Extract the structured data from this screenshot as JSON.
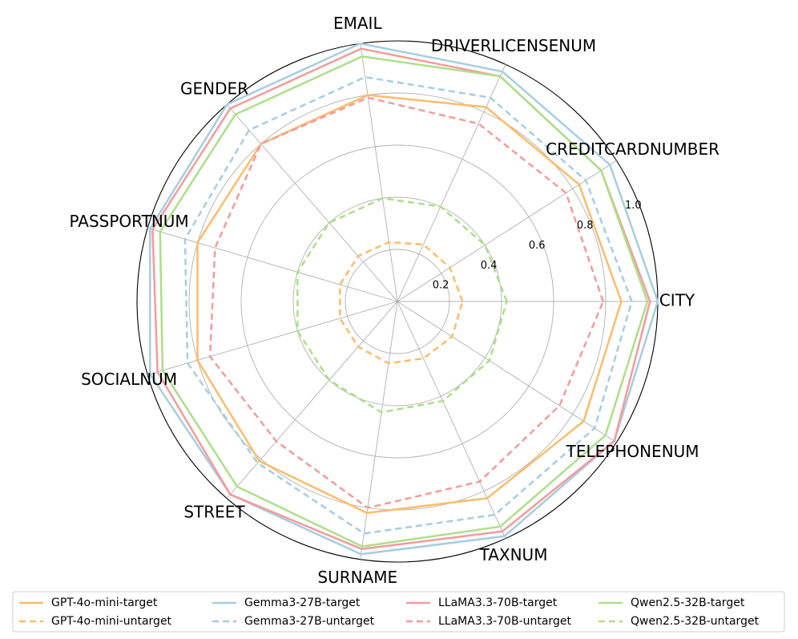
{
  "chart_data": {
    "type": "radar",
    "axes": [
      "CITY",
      "CREDITCARDNUMBER",
      "DRIVERLICENSENUM",
      "EMAIL",
      "GENDER",
      "PASSPORTNUM",
      "SOCIALNUM",
      "STREET",
      "SURNAME",
      "TAXNUM",
      "TELEPHONENUM"
    ],
    "rlim": [
      0,
      1.0
    ],
    "rticks": [
      "0.2",
      "0.4",
      "0.6",
      "0.8",
      "1.0"
    ],
    "rtick_values": [
      0.2,
      0.4,
      0.6,
      0.8,
      1.0
    ],
    "grid": true,
    "legend_position": "bottom",
    "series": [
      {
        "name": "GPT-4o-mini-target",
        "color": "#fbbc6b",
        "dashed": false,
        "values": [
          0.86,
          0.83,
          0.82,
          0.8,
          0.8,
          0.8,
          0.8,
          0.81,
          0.82,
          0.83,
          0.85
        ]
      },
      {
        "name": "GPT-4o-mini-untarget",
        "color": "#fbbc6b",
        "dashed": true,
        "values": [
          0.25,
          0.24,
          0.24,
          0.23,
          0.23,
          0.23,
          0.23,
          0.23,
          0.24,
          0.24,
          0.25
        ]
      },
      {
        "name": "Gemma3-27B-target",
        "color": "#a6cde2",
        "dashed": false,
        "values": [
          1.0,
          0.97,
          0.97,
          1.0,
          1.0,
          0.99,
          0.99,
          0.98,
          0.98,
          0.99,
          0.99
        ]
      },
      {
        "name": "Gemma3-27B-untarget",
        "color": "#a6cde2",
        "dashed": true,
        "values": [
          0.9,
          0.86,
          0.86,
          0.87,
          0.87,
          0.85,
          0.84,
          0.82,
          0.9,
          0.9,
          0.9
        ]
      },
      {
        "name": "LLaMA3.3-70B-target",
        "color": "#f49b9b",
        "dashed": false,
        "values": [
          0.97,
          0.93,
          0.95,
          0.98,
          0.98,
          0.98,
          0.96,
          0.98,
          0.96,
          0.97,
          0.99
        ]
      },
      {
        "name": "LLaMA3.3-70B-untarget",
        "color": "#f49b9b",
        "dashed": true,
        "values": [
          0.79,
          0.77,
          0.75,
          0.79,
          0.8,
          0.73,
          0.75,
          0.71,
          0.8,
          0.76,
          0.74
        ]
      },
      {
        "name": "Qwen2.5-32B-target",
        "color": "#addf89",
        "dashed": false,
        "values": [
          0.96,
          0.93,
          0.95,
          0.95,
          0.95,
          0.95,
          0.94,
          0.94,
          0.95,
          0.95,
          0.95
        ]
      },
      {
        "name": "Qwen2.5-32B-untarget",
        "color": "#addf89",
        "dashed": true,
        "values": [
          0.42,
          0.4,
          0.4,
          0.4,
          0.4,
          0.4,
          0.4,
          0.4,
          0.43,
          0.42,
          0.42
        ]
      }
    ]
  }
}
